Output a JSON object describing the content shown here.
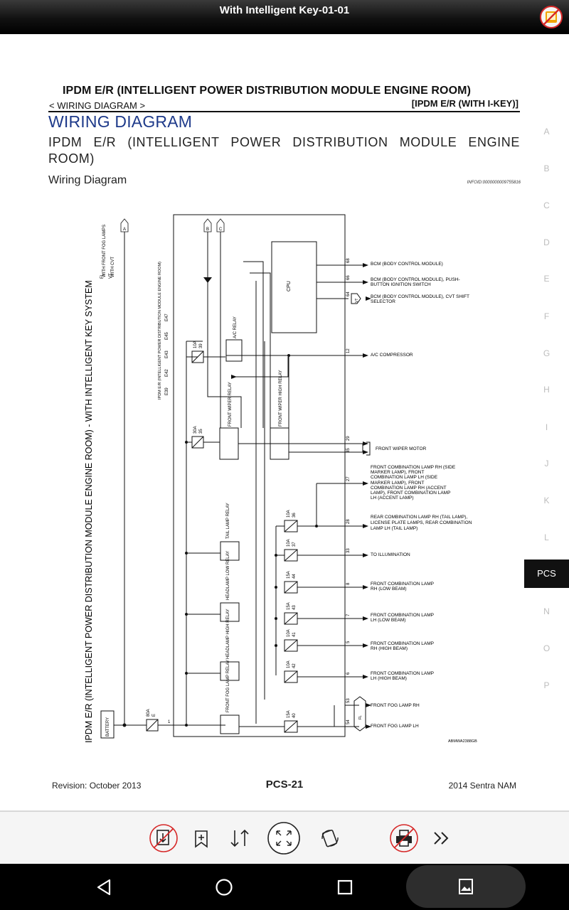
{
  "window": {
    "title": "With Intelligent Key-01-01"
  },
  "doc": {
    "header": "IPDM E/R (INTELLIGENT POWER DISTRIBUTION MODULE ENGINE ROOM)",
    "breadcrumb": "< WIRING DIAGRAM >",
    "sub_section": "[IPDM E/R (WITH I-KEY)]",
    "section_title": "WIRING DIAGRAM",
    "module_title": "IPDM E/R (INTELLIGENT POWER DISTRIBUTION MODULE ENGINE ROOM)",
    "diagram_label": "Wiring Diagram",
    "info_id": "INFOID:0000000009755816"
  },
  "diagram": {
    "side_title": "IPDM E/R (INTELLIGENT POWER DISTRIBUTION MODULE ENGINE ROOM) - WITH INTELLIGENT KEY SYSTEM",
    "legend_fl": "FL",
    "legend_fl_text": "WITH FRONT FOG LAMPS",
    "legend_vt": "VT",
    "legend_vt_text": "WITH CVT",
    "module_label": "IPDM E/R (INTELLIGENT POWER DISTRIBUTION MODULE ENGINE ROOM)",
    "connectors": [
      "E39",
      "E42",
      "E43",
      "E45",
      "E47"
    ],
    "battery": "BATTERY",
    "cpu": "CPU",
    "main_fuse": {
      "amp": "80A",
      "id": "E"
    },
    "fuses": [
      {
        "amp": "10A",
        "id": "39"
      },
      {
        "amp": "30A",
        "id": "35"
      },
      {
        "amp": "10A",
        "id": "36"
      },
      {
        "amp": "10A",
        "id": "37"
      },
      {
        "amp": "15A",
        "id": "44"
      },
      {
        "amp": "15A",
        "id": "43"
      },
      {
        "amp": "10A",
        "id": "41"
      },
      {
        "amp": "10A",
        "id": "42"
      },
      {
        "amp": "15A",
        "id": "40"
      }
    ],
    "relays": [
      "A/C RELAY",
      "FRONT WIPER RELAY",
      "FRONT WIPER HIGH RELAY",
      "TAIL LAMP RELAY",
      "HEADLAMP LOW RELAY",
      "HEADLAMP HIGH RELAY",
      "FRONT FOG LAMP RELAY"
    ],
    "top_markers": [
      "A",
      "B",
      "C"
    ],
    "pin_one": "1",
    "outputs": [
      {
        "pin": "68",
        "label": "BCM (BODY CONTROL MODULE)"
      },
      {
        "pin": "66",
        "label": "BCM (BODY CONTROL MODULE), PUSH-BUTTON IGNITION SWITCH"
      },
      {
        "pin": "64",
        "label": "BCM (BODY CONTROL MODULE), CVT SHIFT SELECTOR"
      },
      {
        "pin": "12",
        "label": "A/C COMPRESSOR"
      },
      {
        "pin": "29",
        "label": ""
      },
      {
        "pin": "35",
        "label": ""
      },
      {
        "pin": "27",
        "label": "FRONT COMBINATION LAMP RH (SIDE MARKER LAMP), FRONT COMBINATION LAMP LH (SIDE MARKER LAMP), FRONT COMBINATION LAMP RH (ACCENT LAMP), FRONT COMBINATION LAMP LH (ACCENT LAMP)"
      },
      {
        "pin": "28",
        "label": "REAR COMBINATION LAMP RH (TAIL LAMP), LICENSE PLATE LAMPS, REAR COMBINATION LAMP LH (TAIL LAMP)"
      },
      {
        "pin": "33",
        "label": "TO ILLUMINATION"
      },
      {
        "pin": "8",
        "label": "FRONT COMBINATION LAMP RH (LOW BEAM)"
      },
      {
        "pin": "7",
        "label": "FRONT COMBINATION LAMP LH (LOW BEAM)"
      },
      {
        "pin": "5",
        "label": "FRONT COMBINATION LAMP RH (HIGH BEAM)"
      },
      {
        "pin": "6",
        "label": "FRONT COMBINATION LAMP LH (HIGH BEAM)"
      },
      {
        "pin": "53",
        "label": "FRONT FOG LAMP RH"
      },
      {
        "pin": "54",
        "label": "FRONT FOG LAMP LH"
      }
    ],
    "wiper_motor": "FRONT WIPER MOTOR",
    "diagram_code": "ABMWA2388GB"
  },
  "footer": {
    "revision": "Revision: October 2013",
    "page": "PCS-21",
    "model": "2014 Sentra NAM"
  },
  "index": [
    "A",
    "B",
    "C",
    "D",
    "E",
    "F",
    "G",
    "H",
    "I",
    "J",
    "K",
    "L",
    "PCS",
    "N",
    "O",
    "P"
  ],
  "index_active": "PCS",
  "toolbar": {
    "buttons": [
      "download-icon",
      "bookmark-add-icon",
      "sort-icon",
      "fit-screen-icon",
      "rotate-icon",
      "print-icon",
      "more-icon"
    ]
  },
  "navbar": {
    "buttons": [
      "back-icon",
      "home-icon",
      "recents-icon",
      "screenshot-icon"
    ]
  },
  "colors": {
    "section_title": "#1e3a8a",
    "index_active_bg": "#111111",
    "disabled_red": "#d62828"
  }
}
